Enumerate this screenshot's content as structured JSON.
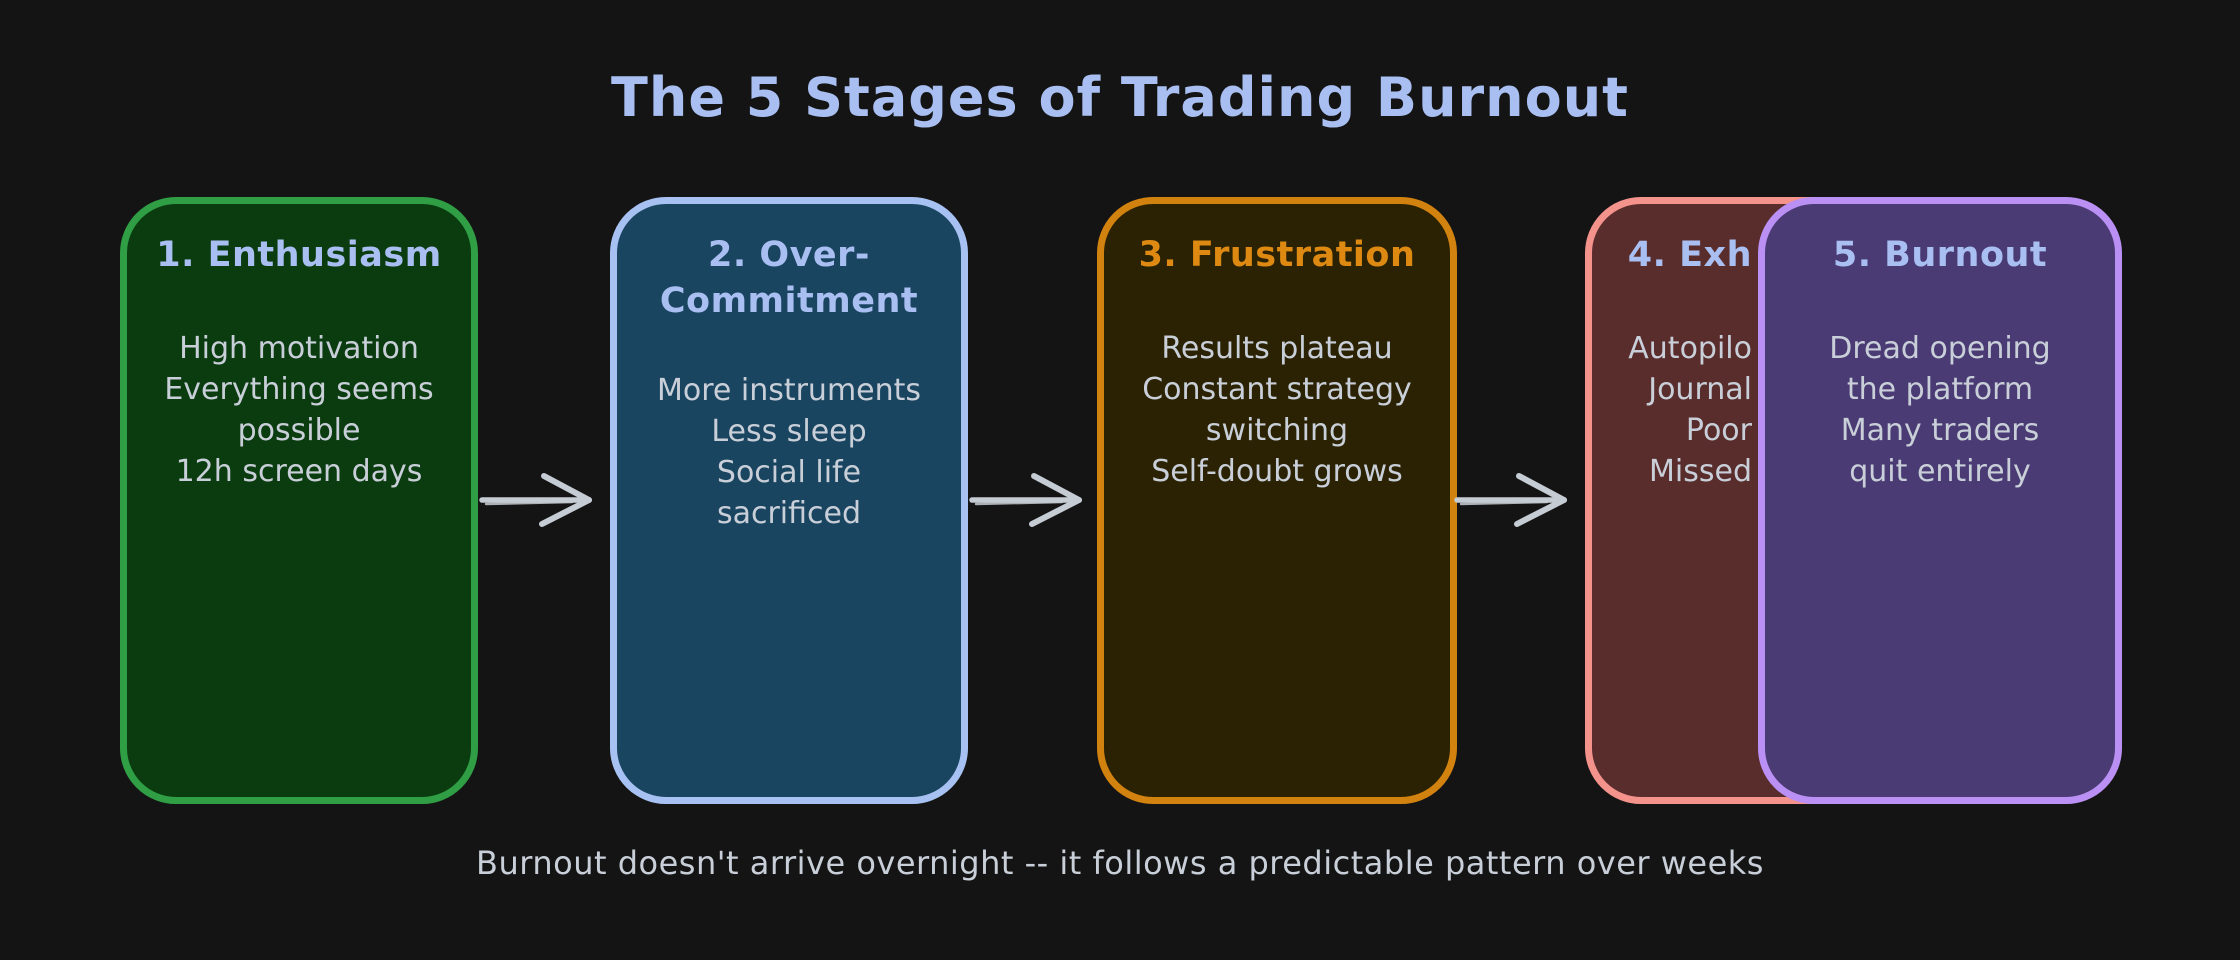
{
  "background": "#141414",
  "title": {
    "text": "The 5 Stages of Trading Burnout",
    "color": "#a9bff2"
  },
  "caption": {
    "text": "Burnout doesn't arrive overnight -- it follows a predictable pattern over weeks",
    "color": "#c9cfd8"
  },
  "body_text_color": "#c9cfd8",
  "arrow_color": "#c6ccd4",
  "cards": [
    {
      "name": "enthusiasm",
      "header_lines": [
        "1. Enthusiasm"
      ],
      "lines": [
        "High motivation",
        "Everything seems",
        "possible",
        "12h screen days"
      ],
      "fill": "#0a3c10",
      "border": "#2f9e44",
      "header_color": "#a9bff2"
    },
    {
      "name": "over-commitment",
      "header_lines": [
        "2. Over-",
        "Commitment"
      ],
      "lines": [
        "More instruments",
        "Less sleep",
        "Social life",
        "sacrificed"
      ],
      "fill": "#1a4560",
      "border": "#a6c1f2",
      "header_color": "#a9bff2"
    },
    {
      "name": "frustration",
      "header_lines": [
        "3. Frustration"
      ],
      "lines": [
        "Results plateau",
        "Constant strategy",
        "switching",
        "Self-doubt grows"
      ],
      "fill": "#2b2203",
      "border": "#d2820f",
      "header_color": "#de8a12"
    },
    {
      "name": "exhaustion",
      "header_lines": [
        "4. Exh"
      ],
      "lines": [
        "Autopilo",
        "Journal",
        "Poor",
        "Missed"
      ],
      "fill": "#5a2d2d",
      "border": "#f4928c",
      "header_color": "#a9bff2"
    },
    {
      "name": "burnout",
      "header_lines": [
        "5. Burnout"
      ],
      "lines": [
        "Dread opening",
        "the platform",
        "Many traders",
        "quit entirely"
      ],
      "fill": "#4a3b74",
      "border": "#bb90f5",
      "header_color": "#a9bff2"
    }
  ]
}
